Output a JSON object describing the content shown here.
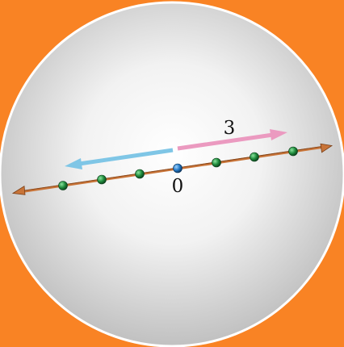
{
  "diagram": {
    "labels": {
      "origin": "0",
      "distance": "3"
    },
    "number_line": {
      "points": [
        -3,
        -2,
        -1,
        0,
        1,
        2,
        3
      ],
      "origin_value": 0
    },
    "arrows": [
      {
        "name": "blue-arrow",
        "direction": "left"
      },
      {
        "name": "pink-arrow",
        "direction": "right"
      }
    ]
  },
  "colors": {
    "background": "#f98324",
    "disc_center": "#ffffff",
    "disc_edge": "#bdbdbd",
    "disc_rim": "#ffffff",
    "line": "#c87438",
    "point_green": "#1f8b3c",
    "point_blue": "#2378c4",
    "arrow_blue": "#7fc6e6",
    "arrow_pink": "#eb9ac0",
    "label": "#111111"
  }
}
